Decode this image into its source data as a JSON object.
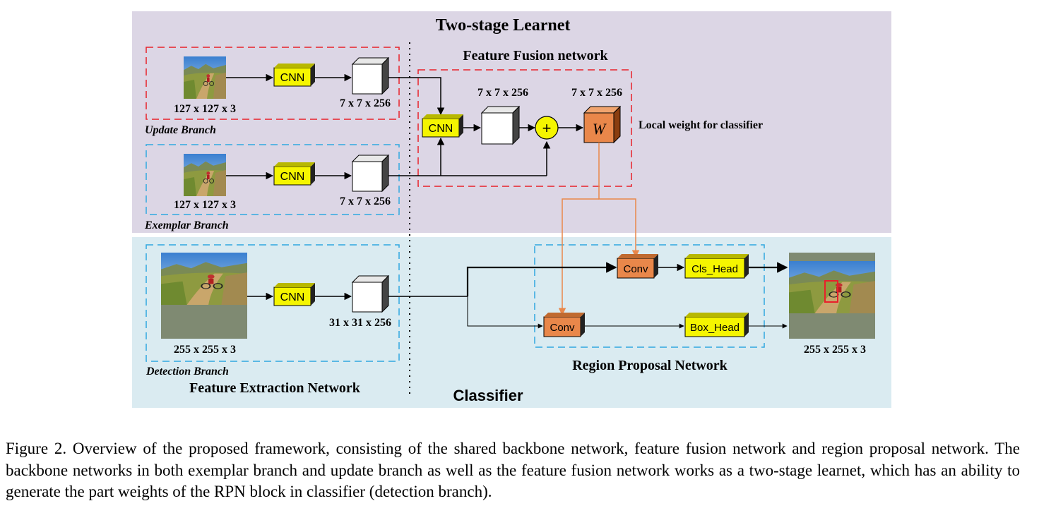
{
  "panels": {
    "learnet_title": "Two-stage Learnet",
    "classifier_title": "Classifier",
    "fusion_title": "Feature Fusion network",
    "extraction_title": "Feature Extraction Network",
    "rpn_title": "Region Proposal Network"
  },
  "branches": {
    "update": {
      "label": "Update Branch",
      "input_size": "127 x 127 x 3",
      "cnn": "CNN",
      "feature_size": "7 x 7 x 256"
    },
    "exemplar": {
      "label": "Exemplar Branch",
      "input_size": "127 x 127 x 3",
      "cnn": "CNN",
      "feature_size": "7 x 7 x 256"
    },
    "detection": {
      "label": "Detection Branch",
      "input_size": "255 x 255 x 3",
      "cnn": "CNN",
      "feature_size": "31 x 31 x 256"
    }
  },
  "fusion": {
    "cnn": "CNN",
    "feature_size_a": "7 x 7 x 256",
    "feature_size_b": "7 x 7 x 256",
    "add_symbol": "+",
    "weight_symbol": "W",
    "weight_label": "Local weight for classifier"
  },
  "rpn": {
    "conv_top": "Conv",
    "conv_bottom": "Conv",
    "cls_head": "Cls_Head",
    "box_head": "Box_Head"
  },
  "output": {
    "size": "255 x 255 x 3"
  },
  "caption": "Figure 2. Overview of the proposed framework, consisting of the shared backbone network, feature fusion network and region proposal network. The backbone networks in both exemplar branch and update branch as well as the feature fusion network works as a two-stage learnet, which has an ability to generate the part weights of the RPN block in classifier (detection branch).",
  "colors": {
    "learnet_bg": "#dcd6e5",
    "classifier_bg": "#daebf1",
    "red_dash": "#e8202a",
    "blue_dash": "#30a8e0",
    "yellow": "#f5f500",
    "orange": "#e9874a",
    "orange_line": "#f0a060"
  },
  "icons": [
    "bike-photo-small",
    "bike-photo-large",
    "bike-photo-output"
  ]
}
